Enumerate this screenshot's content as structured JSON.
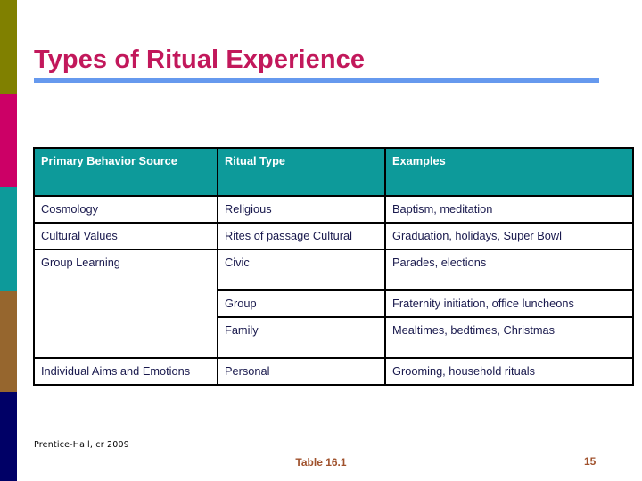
{
  "slide": {
    "title": "Types of Ritual Experience",
    "accent_title_color": "#C2185B",
    "rule_color": "#6699EE",
    "header_fill": "#0D9A9A",
    "body_text_color": "#19194D",
    "caption_color": "#A0522D"
  },
  "sidebar": {
    "segments": [
      {
        "name": "olive",
        "color": "#808000"
      },
      {
        "name": "pink",
        "color": "#CC0066"
      },
      {
        "name": "teal",
        "color": "#0D9A9A"
      },
      {
        "name": "brown",
        "color": "#96662E"
      },
      {
        "name": "navy",
        "color": "#000066"
      }
    ]
  },
  "table": {
    "headers": [
      "Primary Behavior Source",
      "Ritual Type",
      "Examples"
    ],
    "rows": [
      {
        "source": "Cosmology",
        "type": "Religious",
        "examples": "Baptism, meditation"
      },
      {
        "source": "Cultural Values",
        "type": "Rites of passage Cultural",
        "examples": "Graduation, holidays, Super Bowl"
      },
      {
        "source": "Group Learning",
        "type": "Civic",
        "examples": "Parades, elections"
      },
      {
        "source": "",
        "type": "Group",
        "examples": "Fraternity initiation, office luncheons"
      },
      {
        "source": "",
        "type": "Family",
        "examples": "Mealtimes, bedtimes, Christmas"
      },
      {
        "source": "Individual Aims and Emotions",
        "type": "Personal",
        "examples": "Grooming, household rituals"
      }
    ]
  },
  "footer": {
    "credit": "Prentice-Hall, cr 2009",
    "caption": "Table 16.1",
    "page_number": "15"
  }
}
